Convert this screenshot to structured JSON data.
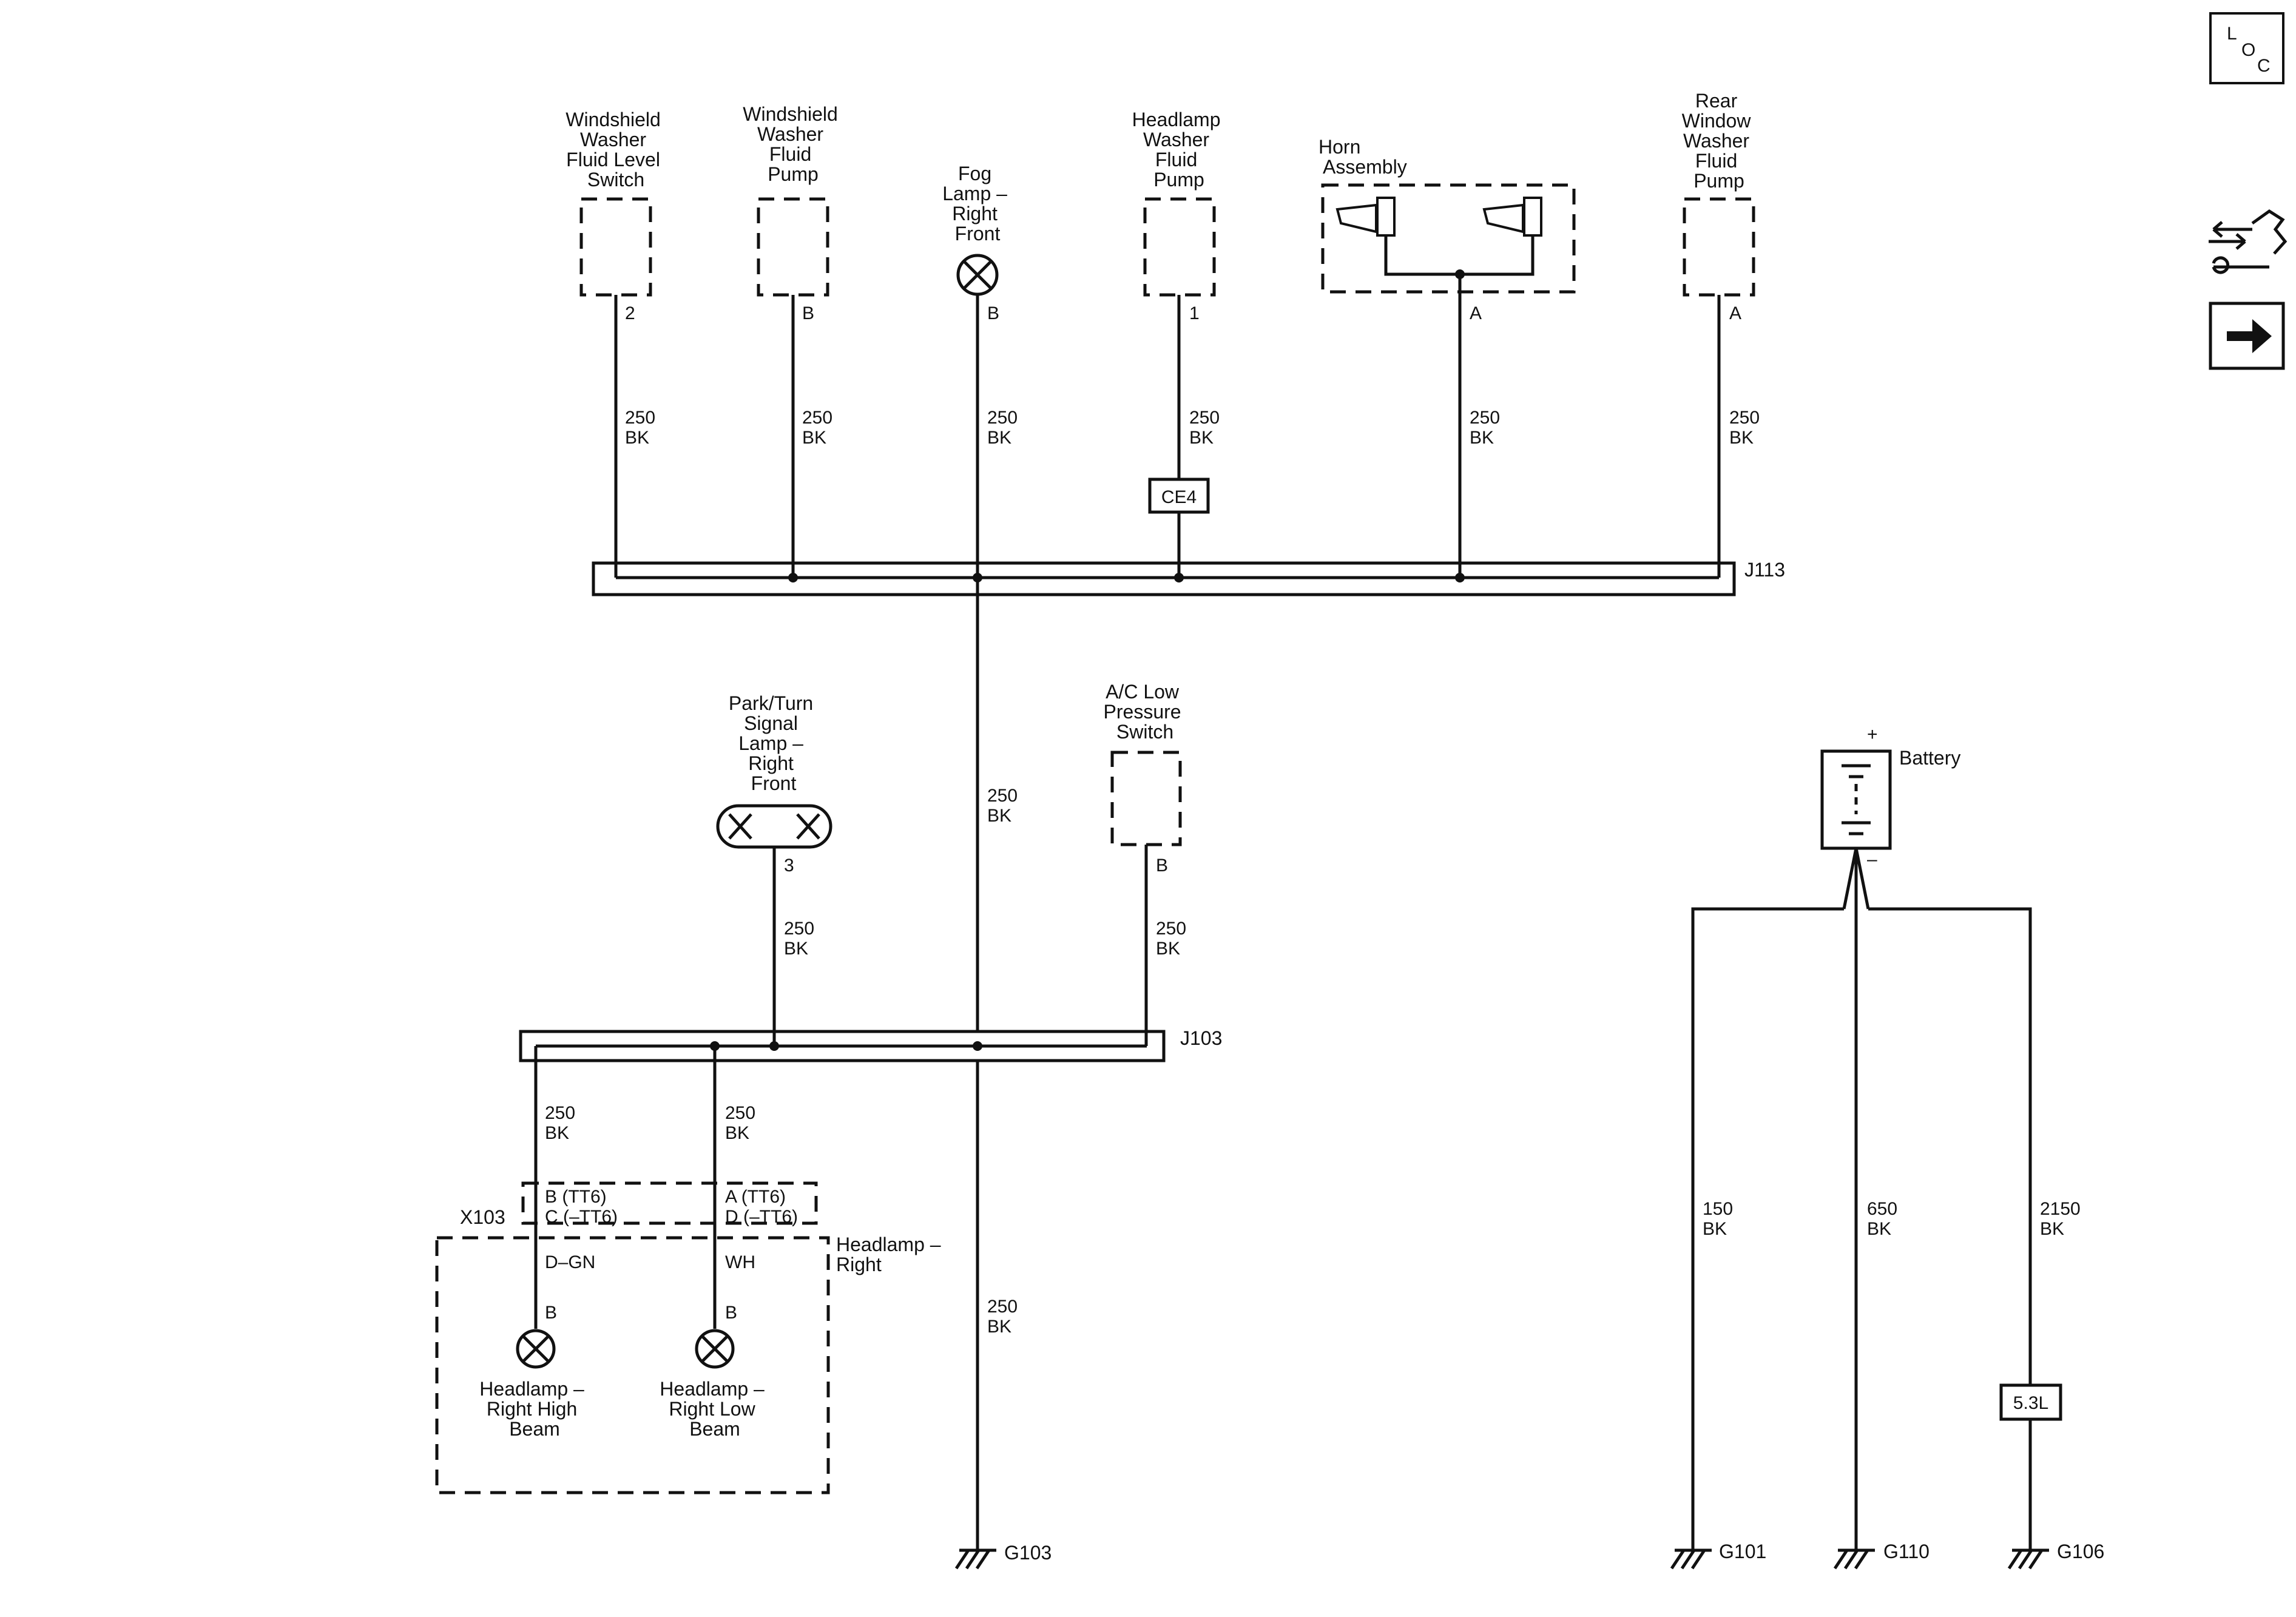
{
  "nav": {
    "loc_button": {
      "l": "L",
      "o": "O",
      "c": "C"
    }
  },
  "components": {
    "wwfl_switch": {
      "label": [
        "Windshield",
        "Washer",
        "Fluid Level",
        "Switch"
      ],
      "pin": "2",
      "wire": [
        "250",
        "BK"
      ]
    },
    "wwf_pump": {
      "label": [
        "Windshield",
        "Washer",
        "Fluid",
        "Pump"
      ],
      "pin": "B",
      "wire": [
        "250",
        "BK"
      ]
    },
    "fog_lamp": {
      "label": [
        "Fog",
        "Lamp –",
        "Right",
        "Front"
      ],
      "pin": "B",
      "wire": [
        "250",
        "BK"
      ]
    },
    "hwf_pump": {
      "label": [
        "Headlamp",
        "Washer",
        "Fluid",
        "Pump"
      ],
      "pin": "1",
      "wire": [
        "250",
        "BK"
      ],
      "option": "CE4"
    },
    "horn": {
      "label": [
        "Horn",
        "Assembly"
      ],
      "pin": "A",
      "wire": [
        "250",
        "BK"
      ]
    },
    "rwwf_pump": {
      "label": [
        "Rear",
        "Window",
        "Washer",
        "Fluid",
        "Pump"
      ],
      "pin": "A",
      "wire": [
        "250",
        "BK"
      ]
    },
    "park_turn": {
      "label": [
        "Park/Turn",
        "Signal",
        "Lamp –",
        "Right",
        "Front"
      ],
      "pin": "3",
      "wire": [
        "250",
        "BK"
      ]
    },
    "ac_switch": {
      "label": [
        "A/C Low",
        "Pressure",
        "Switch"
      ],
      "pin": "B",
      "wire": [
        "250",
        "BK"
      ]
    },
    "trunk_wire_upper": [
      "250",
      "BK"
    ],
    "trunk_wire_lower": [
      "250",
      "BK"
    ],
    "headlamp_assembly": {
      "label": [
        "Headlamp –",
        "Right"
      ],
      "connector": "X103"
    },
    "high_beam": {
      "label": [
        "Headlamp –",
        "Right High",
        "Beam"
      ],
      "wire": [
        "250",
        "BK"
      ],
      "conn_pins": [
        "B (TT6)",
        "C (–TT6)"
      ],
      "internal_wire": "D–GN",
      "pin": "B"
    },
    "low_beam": {
      "label": [
        "Headlamp –",
        "Right Low",
        "Beam"
      ],
      "wire": [
        "250",
        "BK"
      ],
      "conn_pins": [
        "A (TT6)",
        "D (–TT6)"
      ],
      "internal_wire": "WH",
      "pin": "B"
    },
    "battery": {
      "label": "Battery",
      "plus": "+",
      "minus": "–"
    },
    "battery_grounds": [
      {
        "wire": [
          "150",
          "BK"
        ],
        "ground": "G101"
      },
      {
        "wire": [
          "650",
          "BK"
        ],
        "ground": "G110"
      },
      {
        "wire": [
          "2150",
          "BK"
        ],
        "ground": "G106",
        "option": "5.3L"
      }
    ]
  },
  "splices": {
    "upper": "J113",
    "lower": "J103"
  },
  "grounds": {
    "main": "G103"
  }
}
